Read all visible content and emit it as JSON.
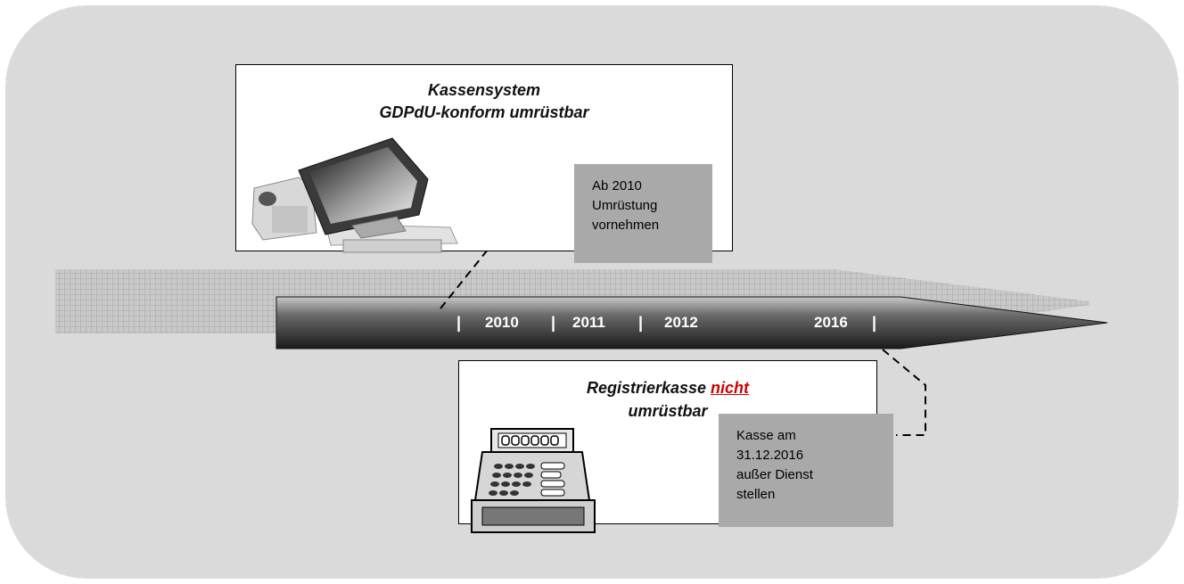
{
  "top_card": {
    "title_line1": "Kassensystem",
    "title_line2": "GDPdU-konform umrüstbar",
    "image": "pos-terminal-icon"
  },
  "top_note": {
    "lines": [
      "Ab 2010",
      "Umrüstung",
      "vornehmen"
    ]
  },
  "timeline": {
    "years": [
      "2010",
      "2011",
      "2012",
      "2016"
    ],
    "separator": "|"
  },
  "bottom_card": {
    "title_part1": "Registrierkasse ",
    "title_highlight": "nicht",
    "title_line2": "umrüstbar",
    "image": "cash-register-icon",
    "highlight_color": "#d00000"
  },
  "bottom_note": {
    "lines": [
      "Kasse am",
      "31.12.2016",
      "außer Dienst",
      "stellen"
    ]
  }
}
